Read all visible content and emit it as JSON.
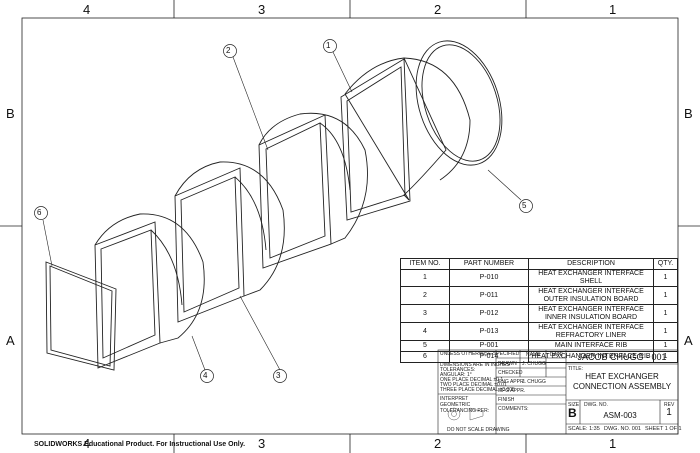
{
  "zones": {
    "top": [
      "4",
      "3",
      "2",
      "1"
    ],
    "bottom": [
      "4",
      "3",
      "2",
      "1"
    ],
    "left": [
      "B",
      "A"
    ],
    "right": [
      "B",
      "A"
    ]
  },
  "balloons": [
    "1",
    "2",
    "3",
    "4",
    "5",
    "6"
  ],
  "bom": {
    "headers": [
      "ITEM NO.",
      "PART NUMBER",
      "DESCRIPTION",
      "QTY."
    ],
    "rows": [
      {
        "item": "1",
        "part": "P-010",
        "desc": "HEAT EXCHANGER INTERFACE SHELL",
        "qty": "1"
      },
      {
        "item": "2",
        "part": "P-011",
        "desc": "HEAT EXCHANGER INTERFACE OUTER INSULATION BOARD",
        "qty": "1"
      },
      {
        "item": "3",
        "part": "P-012",
        "desc": "HEAT EXCHANGER INTERFACE INNER INSULATION BOARD",
        "qty": "1"
      },
      {
        "item": "4",
        "part": "P-013",
        "desc": "HEAT EXCHANGER INTERFACE REFRACTORY LINER",
        "qty": "1"
      },
      {
        "item": "5",
        "part": "P-001",
        "desc": "MAIN INTERFACE RIB",
        "qty": "1"
      },
      {
        "item": "6",
        "part": "P-014",
        "desc": "HEAT EXCHANGER INTERFACE RIB",
        "qty": "1"
      }
    ]
  },
  "title_block": {
    "unless": "UNLESS OTHERWISE SPECIFIED:",
    "dims": "DIMENSIONS ARE IN INCHES",
    "tol": "TOLERANCES:",
    "angular": "ANGULAR: 1°",
    "one_place": "ONE PLACE DECIMAL ±0.1",
    "two_place": "TWO PLACE DECIMAL ±0.01",
    "three_place": "THREE PLACE DECIMAL ±0.005",
    "interpret": "INTERPRET GEOMETRIC TOLERANCING PER:",
    "do_not_scale": "DO NOT SCALE DRAWING",
    "name_hdr": "NAME",
    "date_hdr": "DATE",
    "drawn_lbl": "DRAWN",
    "drawn_name": "J. CHUGG",
    "checked_lbl": "CHECKED",
    "eng_lbl": "ENG APPR.",
    "eng_name": "J. CHUGG",
    "mfg_lbl": "MFG APPR.",
    "finish_lbl": "FINISH",
    "comments_lbl": "COMMENTS:",
    "company": "JACOB CHUGG - 001",
    "title_lbl": "TITLE:",
    "title_line1": "HEAT EXCHANGER",
    "title_line2": "CONNECTION ASSEMBLY",
    "size_lbl": "SIZE",
    "size": "B",
    "dwg_lbl": "DWG.  NO.",
    "dwg_no": "ASM-003",
    "rev_lbl": "REV",
    "rev": "1",
    "scale": "SCALE: 1:35",
    "dwg_no_bottom": "DWG. NO. 001",
    "sheet": "SHEET 1 OF 1"
  },
  "footer": "SOLIDWORKS Educational Product. For Instructional Use Only."
}
